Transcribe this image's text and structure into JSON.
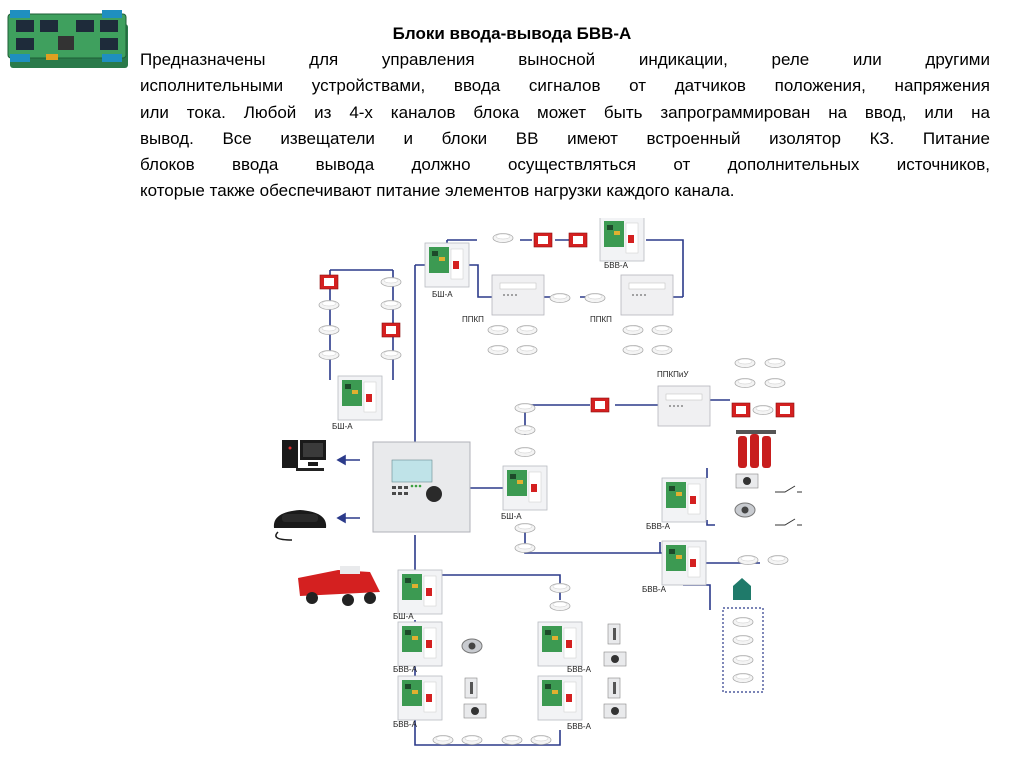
{
  "title": "Блоки ввода-вывода  БВВ-А",
  "paragraph_lines": [
    "Предназначены  для  управления  выносной  индикации,  реле или другими",
    "исполнительными устройствами, ввода сигналов от  датчиков положения, напряжения",
    "или тока. Любой из 4-х каналов блока может быть запрограммирован  на ввод,  или  на",
    "вывод.  Все  извещатели  и  блоки  ВВ  имеют  встроенный  изолятор КЗ.  Питание",
    "блоков  ввода  вывода  должно  осуществляться от дополнительных источников,",
    "которые также обеспечивают питание элементов нагрузки каждого канала."
  ],
  "diagram_labels": {
    "bsh_top": "БШ-А",
    "bvv_top": "БВВ-А",
    "ppkp_1": "ППКП",
    "ppkp_2": "ППКП",
    "bsh_left": "БШ-А",
    "ppkpiu": "ППКПиУ",
    "bsh_center": "БШ-А",
    "bvv_right_1": "БВВ-А",
    "bvv_right_2": "БВВ-А",
    "bsh_bottom": "БШ-А",
    "bvv_bl_1": "БВВ-А",
    "bvv_bl_2": "БВВ-А",
    "bvv_br_1": "БВВ-А",
    "bvv_br_2": "БВВ-А"
  },
  "colors": {
    "wire": "#2b3a8a",
    "alarm_red": "#d42020",
    "pcb_green": "#2e8b3e",
    "panel_gray": "#e9eaec"
  },
  "icons": [
    "pcb-board-icon",
    "computer-icon",
    "telephone-icon",
    "fire-truck-icon",
    "smoke-detector-icon",
    "manual-call-point-icon",
    "gas-cylinders-icon",
    "siren-icon",
    "switch-icon"
  ]
}
